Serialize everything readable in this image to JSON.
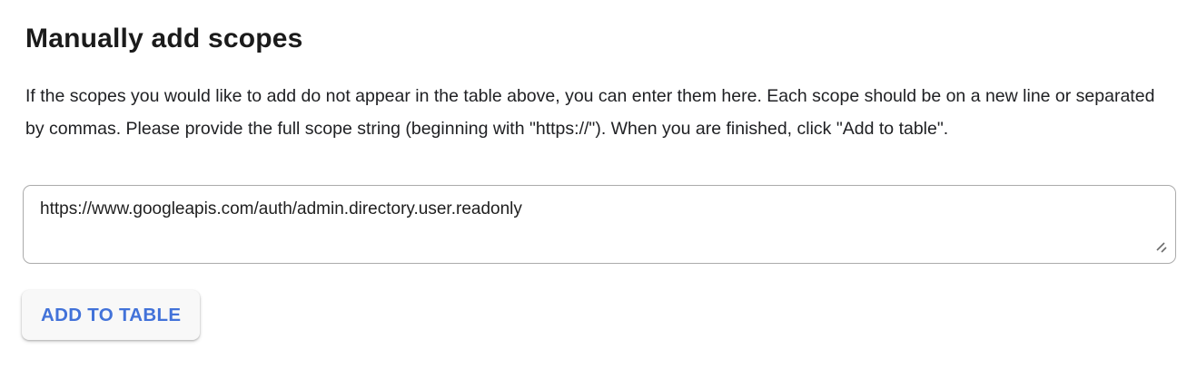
{
  "page": {
    "title": "Manually add scopes",
    "description": "If the scopes you would like to add do not appear in the table above, you can enter them here. Each scope should be on a new line or separated by commas. Please provide the full scope string (beginning with \"https://\"). When you are finished, click \"Add to table\".",
    "scope_input": {
      "value": "https://www.googleapis.com/auth/admin.directory.user.readonly"
    },
    "add_button_label": "ADD TO TABLE",
    "colors": {
      "text": "#1f1f1f",
      "button_text_blue": "#4272d9",
      "button_background": "#f8f8f8",
      "textarea_border": "#ababab"
    }
  }
}
